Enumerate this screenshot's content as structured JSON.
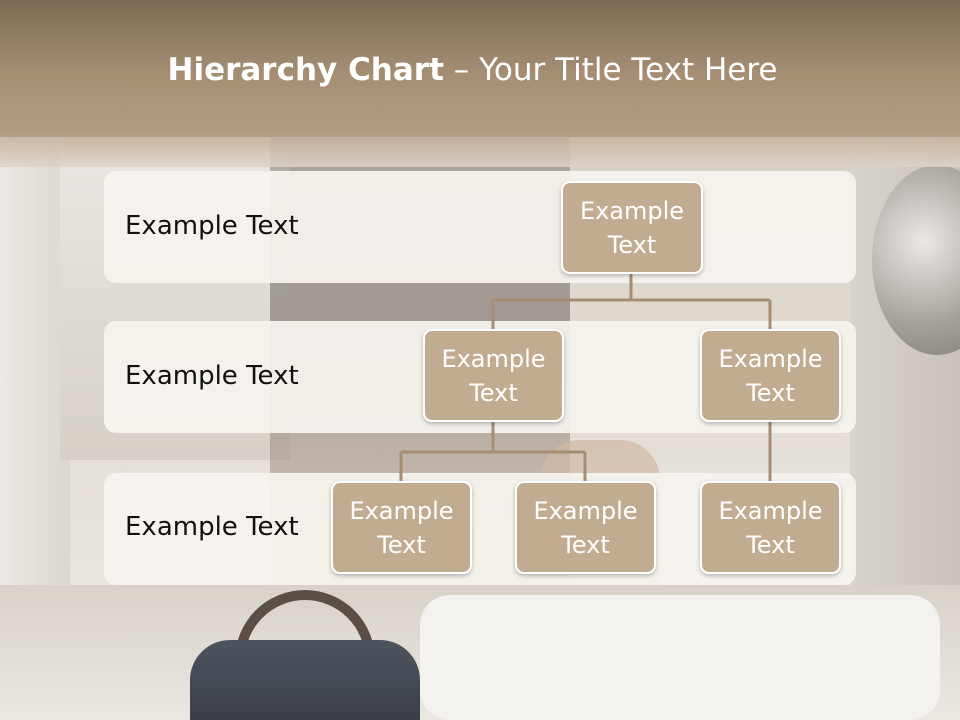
{
  "slide": {
    "title_bold": "Hierarchy Chart",
    "title_rest": " – Your Title Text Here"
  },
  "bands": [
    {
      "label": "Example Text"
    },
    {
      "label": "Example Text"
    },
    {
      "label": "Example Text"
    }
  ],
  "nodes": {
    "root": "Example Text",
    "level2_left": "Example Text",
    "level2_right": "Example Text",
    "level3_left": "Example Text",
    "level3_middle": "Example Text",
    "level3_right": "Example Text"
  },
  "colors": {
    "header": "#a58e74",
    "node_fill": "#c1ab91",
    "node_border": "#ffffff",
    "connector": "#a58e74",
    "band_fill": "#f6f3ee"
  }
}
